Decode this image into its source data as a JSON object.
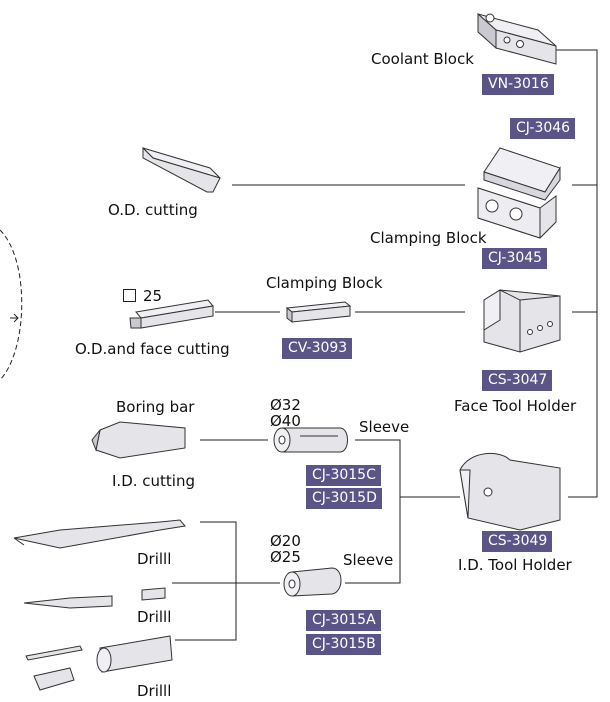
{
  "colors": {
    "badge_bg": "#5b5487",
    "badge_text": "#ffffff",
    "part_fill": "#e4e4e9",
    "part_shade": "#c9c9cf",
    "line": "#222222"
  },
  "parts": {
    "coolant_block": {
      "label": "Coolant Block",
      "code": "VN-3016"
    },
    "cj3046": {
      "code": "CJ-3046"
    },
    "clamping_block_top": {
      "label": "Clamping Block",
      "code": "CJ-3045"
    },
    "od_cutting": {
      "label": "O.D. cutting"
    },
    "od_face_cutting": {
      "size": "25",
      "label": "O.D.and face cutting"
    },
    "clamping_block_mid": {
      "label": "Clamping Block",
      "code": "CV-3093"
    },
    "face_tool_holder": {
      "label": "Face Tool Holder",
      "code": "CS-3047"
    },
    "boring_bar": {
      "label": "Boring bar"
    },
    "id_cutting": {
      "label": "I.D. cutting"
    },
    "sleeve_upper": {
      "dia1": "Ø32",
      "dia2": "Ø40",
      "label": "Sleeve",
      "code1": "CJ-3015C",
      "code2": "CJ-3015D"
    },
    "id_tool_holder": {
      "label": "I.D. Tool Holder",
      "code": "CS-3049"
    },
    "sleeve_lower": {
      "dia1": "Ø20",
      "dia2": "Ø25",
      "label": "Sleeve",
      "code1": "CJ-3015A",
      "code2": "CJ-3015B"
    },
    "drill_1": {
      "label": "Drilll"
    },
    "drill_2": {
      "label": "Drilll"
    },
    "drill_3": {
      "label": "Drilll"
    }
  }
}
